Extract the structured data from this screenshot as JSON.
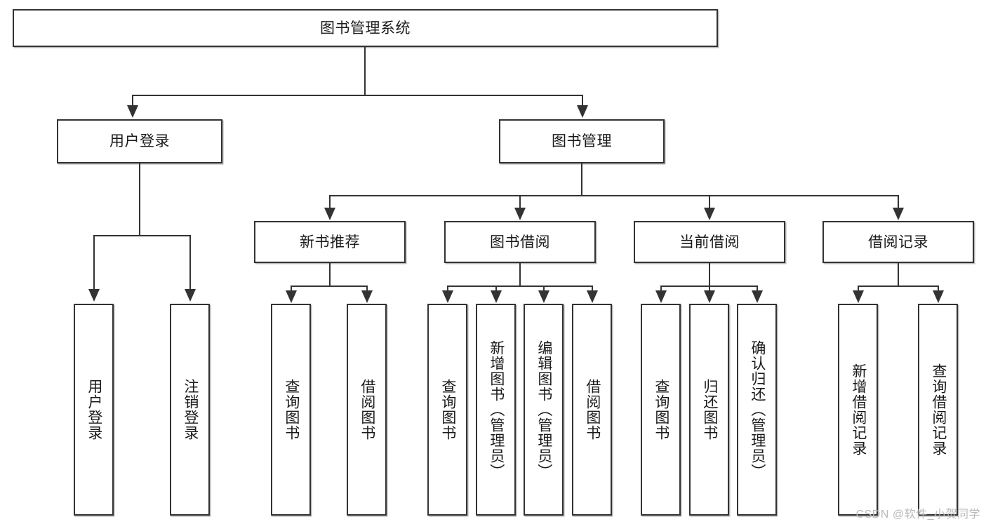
{
  "diagram": {
    "title": "图书管理系统",
    "type": "tree-hierarchy-diagram",
    "orientation": "top-down",
    "colors": {
      "box_border": "#333333",
      "box_fill": "#ffffff",
      "connector": "#333333",
      "background": "#ffffff",
      "watermark_text": "#b9b9b9"
    },
    "root": {
      "label": "图书管理系统"
    },
    "level2": [
      {
        "label": "用户登录"
      },
      {
        "label": "图书管理"
      }
    ],
    "level3": [
      {
        "label": "新书推荐"
      },
      {
        "label": "图书借阅"
      },
      {
        "label": "当前借阅"
      },
      {
        "label": "借阅记录"
      }
    ],
    "leaves": {
      "user_login": [
        {
          "label": "用户登录"
        },
        {
          "label": "注销登录"
        }
      ],
      "new_book_recommend": [
        {
          "label": "查询图书"
        },
        {
          "label": "借阅图书"
        }
      ],
      "book_borrow": [
        {
          "label": "查询图书"
        },
        {
          "label": "新增图书（管理员）"
        },
        {
          "label": "编辑图书（管理员）"
        },
        {
          "label": "借阅图书"
        }
      ],
      "current_borrow": [
        {
          "label": "查询图书"
        },
        {
          "label": "归还图书"
        },
        {
          "label": "确认归还（管理员）"
        }
      ],
      "borrow_record": [
        {
          "label": "新增借阅记录"
        },
        {
          "label": "查询借阅记录"
        }
      ]
    }
  },
  "watermark": {
    "text": "CSDN @软件_小贺同学"
  }
}
